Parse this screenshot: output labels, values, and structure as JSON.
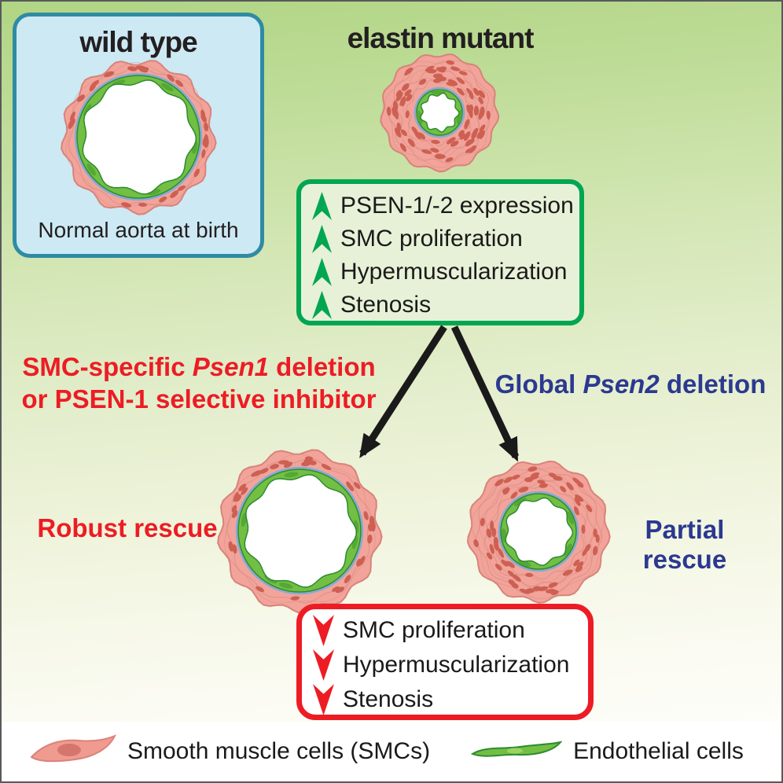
{
  "wild_type_panel": {
    "title": "wild type",
    "caption": "Normal aorta at birth"
  },
  "elastin_mutant": {
    "title": "elastin mutant"
  },
  "upregulation_box": {
    "items": [
      "PSEN-1/-2 expression",
      "SMC proliferation",
      "Hypermuscularization",
      "Stenosis"
    ]
  },
  "left_branch": {
    "line1_pre": "SMC-specific ",
    "line1_italic": "Psen1",
    "line1_post": " deletion",
    "line2": "or PSEN-1 selective inhibitor",
    "result": "Robust rescue"
  },
  "right_branch": {
    "label_pre": "Global ",
    "label_italic": "Psen2",
    "label_post": " deletion",
    "result": "Partial rescue"
  },
  "downregulation_box": {
    "items": [
      "SMC proliferation",
      "Hypermuscularization",
      "Stenosis"
    ]
  },
  "legend": {
    "smc_label": "Smooth muscle cells (SMCs)",
    "ec_label": "Endothelial cells"
  },
  "colors": {
    "accent_green": "#00a651",
    "accent_red": "#ed1c24",
    "accent_blue": "#2b3990",
    "panel_blue_fill": "#cde9f4",
    "panel_blue_border": "#2f8ba3",
    "smc_body": "#f2a49b",
    "smc_outline": "#d8837a",
    "smc_texture": "#d88d82",
    "smc_nucleus": "#cd6052",
    "lamina": "#84abd6",
    "ec_body": "#72bf44",
    "ec_outline": "#2e8b2e",
    "ec_nucleus": "#54a833",
    "arrow_black": "#1a1a1a"
  }
}
